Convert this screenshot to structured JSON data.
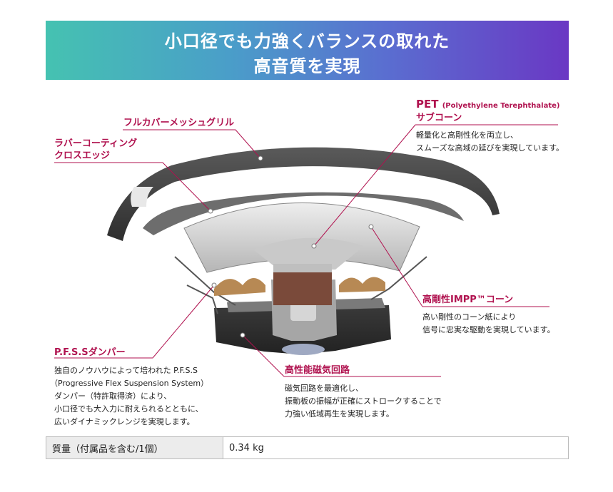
{
  "banner": {
    "line1": "小口径でも力強くバランスの取れた",
    "line2": "高音質を実現"
  },
  "labels": {
    "grille": "フルカバーメッシュグリル",
    "edge_line1": "ラバーコーティング",
    "edge_line2": "クロスエッジ",
    "pet_main": "PET",
    "pet_sub": "(Polyethylene Terephthalate)",
    "pet_line2": "サブコーン",
    "pet_desc1": "軽量化と高剛性化を両立し、",
    "pet_desc2": "スムーズな高域の延びを実現しています。",
    "impp": "高剛性IMPP™コーン",
    "impp_desc1": "高い剛性のコーン紙により",
    "impp_desc2": "信号に忠実な駆動を実現しています。",
    "pfss": "P.F.S.Sダンパー",
    "pfss_desc1": "独自のノウハウによって培われた P.F.S.S",
    "pfss_desc2": "（Progressive Flex Suspension System）",
    "pfss_desc3": "ダンパー（特許取得済）により、",
    "pfss_desc4": "小口径でも大入力に耐えられるとともに、",
    "pfss_desc5": "広いダイナミックレンジを実現します。",
    "magnet": "高性能磁気回路",
    "magnet_desc1": "磁気回路を最適化し、",
    "magnet_desc2": "振動板の振幅が正確にストロークすることで",
    "magnet_desc3": "力強い低域再生を実現します。"
  },
  "spec": {
    "key": "質量（付属品を含む/1個）",
    "value": "0.34 kg"
  },
  "colors": {
    "accent": "#b0124f"
  }
}
